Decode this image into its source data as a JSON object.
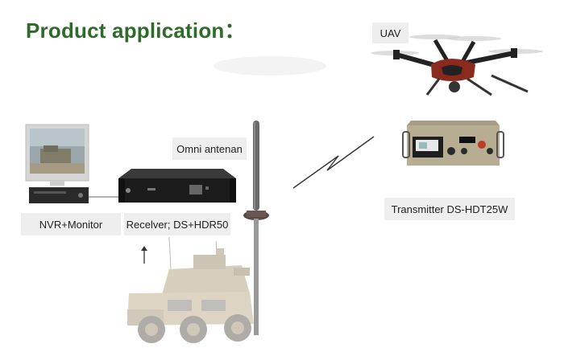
{
  "title": "Product application：",
  "colors": {
    "title": "#2e6b2a"
  },
  "labels": {
    "uav": "UAV",
    "omni_antenna": "Omni antenan",
    "nvr_monitor": "NVR+Monitor",
    "receiver": "Recelver; DS+HDR50",
    "transmitter": "Transmitter DS-HDT25W"
  },
  "icons": [
    "drone-icon",
    "monitor-icon",
    "receiver-unit-icon",
    "antenna-icon",
    "transmitter-unit-icon",
    "wireless-link-icon",
    "armored-vehicle-icon",
    "up-arrow-icon"
  ]
}
